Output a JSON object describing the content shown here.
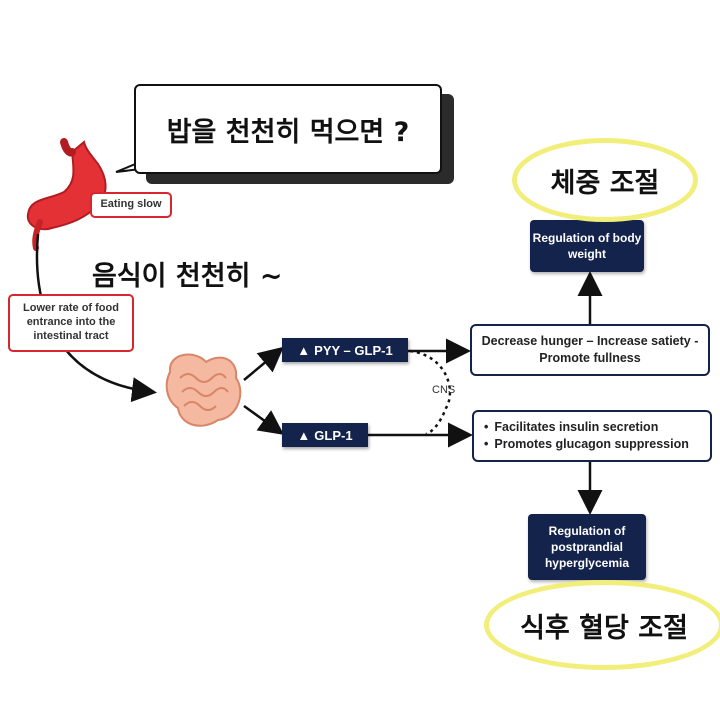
{
  "callout": {
    "text": "밥을 천천히 먹으면 ?"
  },
  "annotations": {
    "eat_slowly": "음식이 천천히 ~",
    "weight_control": "체중 조절",
    "postprandial_glucose_control": "식후 혈당 조절"
  },
  "diagram": {
    "eating_slow": "Eating slow",
    "lower_rate": "Lower rate of food entrance into the intestinal tract",
    "hormone_top": "PYY – GLP-1",
    "hormone_bottom": "GLP-1",
    "cns_label": "CNS",
    "effect_top": "Decrease hunger – Increase satiety - Promote fullness",
    "effect_bottom_items": [
      "Facilitates insulin secretion",
      "Promotes glucagon suppression"
    ],
    "regulation_body_weight": "Regulation of body weight",
    "regulation_hyperglycemia": "Regulation of postprandial hyperglycemia"
  },
  "colors": {
    "navy": "#14234c",
    "red": "#d8262e",
    "highlight_yellow": "#f1ee7a"
  },
  "icons": {
    "up_arrow": "up-arrow-icon",
    "stomach": "stomach-icon",
    "intestine": "intestine-icon"
  }
}
